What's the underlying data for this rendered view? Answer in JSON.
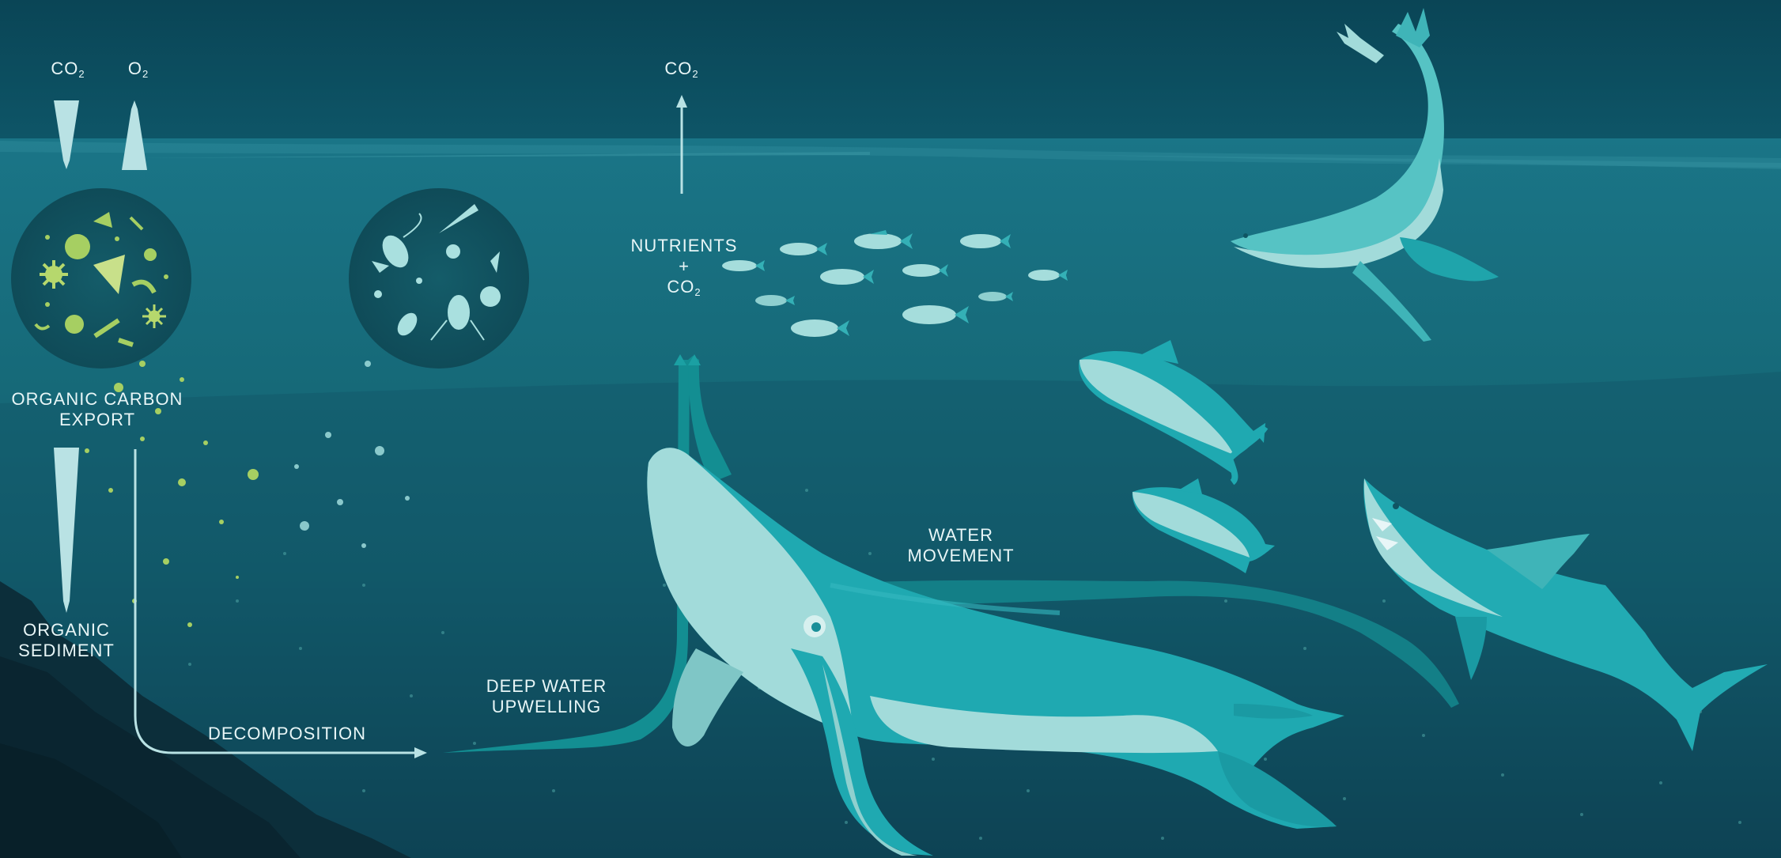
{
  "labels": {
    "co2_left": "CO",
    "o2_left": "O",
    "co2_top": "CO",
    "subscript_two": "2",
    "nutrients_line1": "NUTRIENTS",
    "nutrients_plus": "+",
    "nutrients_co2": "CO",
    "organic_carbon_export_1": "ORGANIC CARBON",
    "organic_carbon_export_2": "EXPORT",
    "organic_sediment_1": "ORGANIC",
    "organic_sediment_2": "SEDIMENT",
    "decomposition": "DECOMPOSITION",
    "deep_water_upwelling_1": "DEEP WATER",
    "deep_water_upwelling_2": "UPWELLING",
    "water_movement_1": "WATER",
    "water_movement_2": "MOVEMENT"
  },
  "colors": {
    "sky_top": "#0a4a5c",
    "water_surface": "#1a7587",
    "water_deep": "#0b3748",
    "label_text": "#e8f6f7",
    "arrow_light": "#b9e2e4",
    "whale_body": "#1fa9b1",
    "whale_belly": "#9fd9d8",
    "phytoplankton": "#9fcc5f",
    "sea_floor": "#0b2b36"
  },
  "icons": [
    "phytoplankton-circle-icon",
    "zooplankton-circle-icon",
    "fish-school-icon",
    "seal-icon",
    "tuna-icon",
    "shark-icon",
    "whale-icon"
  ]
}
